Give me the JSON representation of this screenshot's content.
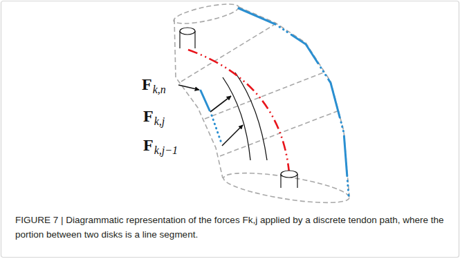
{
  "diagram": {
    "caption": "FIGURE 7 | Diagrammatic representation of the forces Fk,j applied by a discrete tendon path, where the portion between two disks is a line segment.",
    "labels": [
      "F",
      "k,n",
      "F",
      "k,j",
      "F",
      "k,j−1"
    ]
  }
}
